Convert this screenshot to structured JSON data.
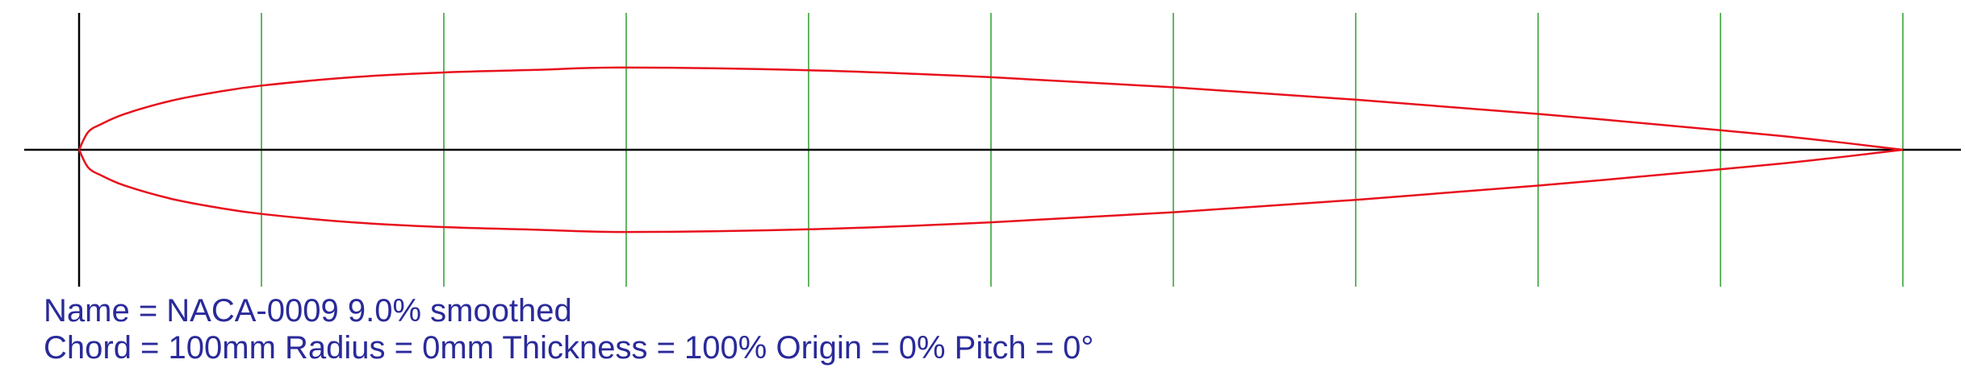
{
  "info": {
    "name_line": "Name = NACA-0009 9.0% smoothed",
    "params_line": "Chord = 100mm Radius = 0mm Thickness = 100% Origin = 0% Pitch = 0°"
  },
  "colors": {
    "profile": "#e8101c",
    "stations": "#3aa33a",
    "axes": "#000000",
    "text": "#2a2a9a"
  },
  "chart_data": {
    "type": "line",
    "xlim": [
      0,
      100
    ],
    "ylim": [
      -10,
      10
    ],
    "station_x": [
      0,
      10,
      20,
      30,
      40,
      50,
      60,
      70,
      80,
      90,
      100
    ],
    "series": [
      {
        "x": [
          0,
          0.5,
          1.25,
          2.5,
          5,
          7.5,
          10,
          15,
          20,
          25,
          30,
          40,
          50,
          60,
          70,
          80,
          90,
          95,
          100
        ],
        "y": [
          0,
          0.97,
          1.42,
          1.96,
          2.67,
          3.15,
          3.51,
          3.97,
          4.23,
          4.37,
          4.5,
          4.35,
          3.97,
          3.42,
          2.74,
          1.96,
          1.07,
          0.58,
          0
        ]
      },
      {
        "x": [
          0,
          0.5,
          1.25,
          2.5,
          5,
          7.5,
          10,
          15,
          20,
          25,
          30,
          40,
          50,
          60,
          70,
          80,
          90,
          95,
          100
        ],
        "y": [
          0,
          -0.97,
          -1.42,
          -1.96,
          -2.67,
          -3.15,
          -3.51,
          -3.97,
          -4.23,
          -4.37,
          -4.5,
          -4.35,
          -3.97,
          -3.42,
          -2.74,
          -1.96,
          -1.07,
          -0.58,
          0
        ]
      }
    ]
  }
}
